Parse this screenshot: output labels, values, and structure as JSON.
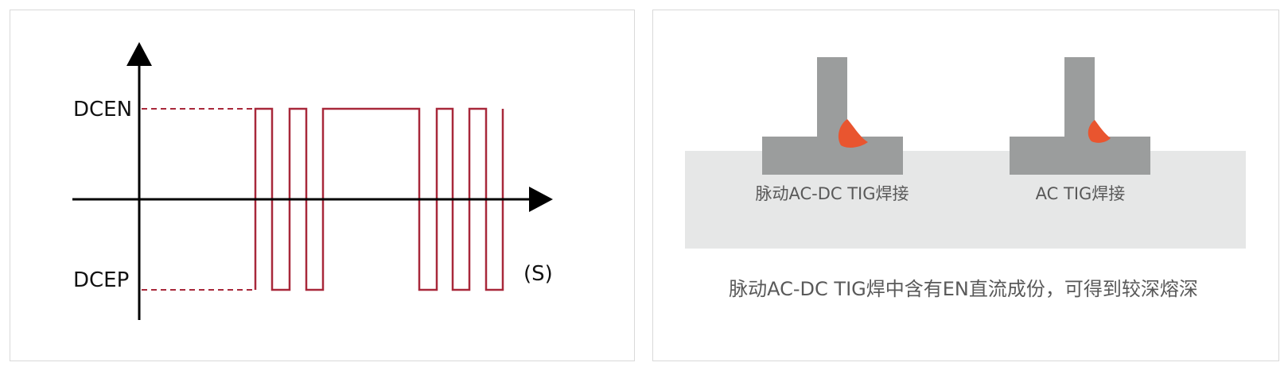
{
  "waveform": {
    "label_top": "DCEN",
    "label_bottom": "DCEP",
    "unit_label": "(S)",
    "colors": {
      "axis": "#000000",
      "wave": "#a8283a"
    }
  },
  "welds": {
    "left_caption": "脉动AC-DC TIG焊接",
    "right_caption": "AC TIG焊接",
    "description": "脉动AC-DC TIG焊中含有EN直流成份，可得到较深熔深",
    "colors": {
      "metal": "#9b9d9d",
      "band": "#e6e7e7",
      "bead": "#e9552f",
      "text": "#595959"
    }
  }
}
